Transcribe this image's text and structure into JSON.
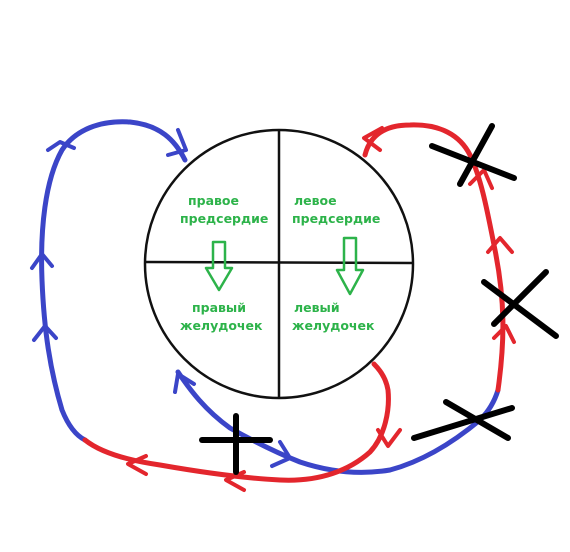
{
  "diagram": {
    "chambers": {
      "right_atrium": [
        "правое",
        "предсердие"
      ],
      "left_atrium": [
        "левое",
        "предсердие"
      ],
      "right_ventricle": [
        "правый",
        "желудочек"
      ],
      "left_ventricle": [
        "левый",
        "желудочек"
      ]
    },
    "colors": {
      "venous": "#3b45c8",
      "arterial": "#e3262d",
      "flow_arrows": "#2db34a",
      "outline": "#111111",
      "crosses": "#000000"
    },
    "marks": {
      "cross_count": 4,
      "cross_icon": "x-mark-icon"
    }
  }
}
